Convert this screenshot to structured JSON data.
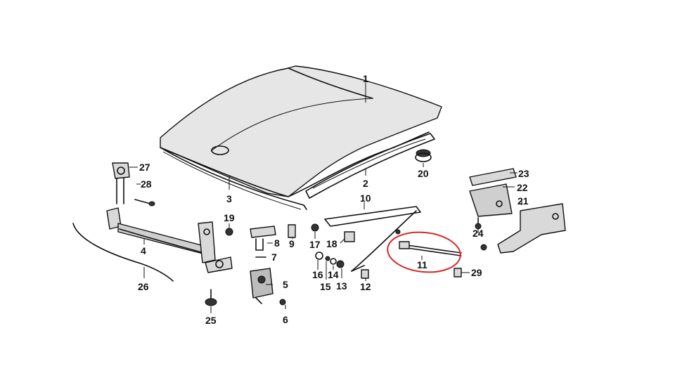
{
  "callouts": [
    {
      "n": "1"
    },
    {
      "n": "2"
    },
    {
      "n": "3"
    },
    {
      "n": "4"
    },
    {
      "n": "5"
    },
    {
      "n": "6"
    },
    {
      "n": "7"
    },
    {
      "n": "8"
    },
    {
      "n": "9"
    },
    {
      "n": "10"
    },
    {
      "n": "11"
    },
    {
      "n": "12"
    },
    {
      "n": "13"
    },
    {
      "n": "14"
    },
    {
      "n": "15"
    },
    {
      "n": "16"
    },
    {
      "n": "17"
    },
    {
      "n": "18"
    },
    {
      "n": "19"
    },
    {
      "n": "20"
    },
    {
      "n": "21"
    },
    {
      "n": "22"
    },
    {
      "n": "23"
    },
    {
      "n": "24"
    },
    {
      "n": "25"
    },
    {
      "n": "26"
    },
    {
      "n": "27"
    },
    {
      "n": "28"
    },
    {
      "n": "29"
    }
  ],
  "highlight": {
    "color": "#d42a2a"
  }
}
